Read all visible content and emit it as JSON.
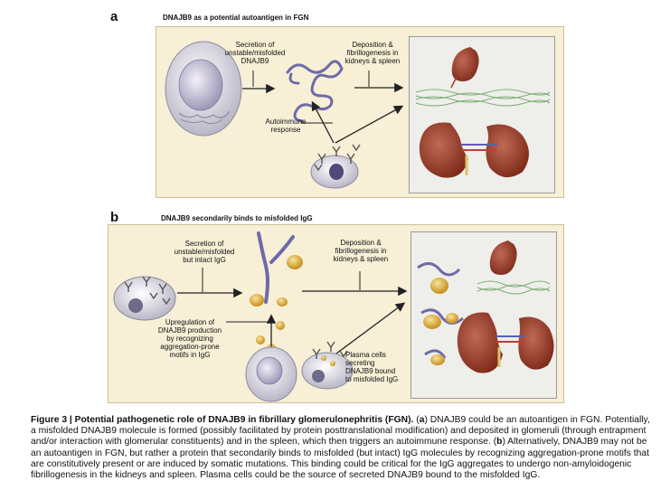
{
  "panel_a": {
    "letter": "a",
    "title": "DNAJB9 as a potential autoantigen in FGN",
    "secretion_label": "Secretion of unstable/misfolded DNAJB9",
    "deposition_label": "Deposition & fibrillogenesis in kidneys & spleen",
    "autoimmune_label": "Autoimmune response"
  },
  "panel_b": {
    "letter": "b",
    "title": "DNAJB9 secondarily binds to misfolded IgG",
    "secretion_label": "Secretion of unstable/misfolded but intact IgG",
    "deposition_label": "Deposition & fibrillogenesis in kidneys & spleen",
    "upregulation_label": "Upregulation of DNAJB9 production by recognizing aggregation-prone motifs in IgG",
    "plasma_label": "Plasma cells secreting DNAJB9 bound to misfolded IgG"
  },
  "caption": {
    "figure_label": "Figure 3 | Potential pathogenetic role of DNAJB9 in fibrillary glomerulonephritis (FGN).",
    "part_a_marker": "a",
    "text_1": " DNAJB9 could be an autoantigen in FGN. Potentially, a misfolded DNAJB9 molecule is formed (possibly facilitated by protein posttranslational modification) and deposited in glomeruli (through entrapment and/or interaction with glomerular constituents) and in the spleen, which then triggers an autoimmune response. (",
    "part_b_marker": "b",
    "text_2": ") Alternatively, DNAJB9 may not be an autoantigen in FGN, but rather a protein that secondarily binds to misfolded (but intact) IgG molecules by recognizing aggregation-prone motifs that are constitutively present or are induced by somatic mutations. This binding could be critical for the IgG aggregates to undergo non-amyloidogenic fibrillogenesis in the kidneys and spleen. Plasma cells could be the source of secreted DNAJB9 bound to the misfolded IgG.",
    "text_1_prefix": " ("
  },
  "colors": {
    "panel_bg": "#f7efd6",
    "inset_bg": "#eeeeea",
    "dnajb9_purple": "#6e6aa8",
    "kidney_red": "#9c3a2a",
    "fibril_green": "#7fae7a",
    "igg_gold": "#e2b64a"
  }
}
